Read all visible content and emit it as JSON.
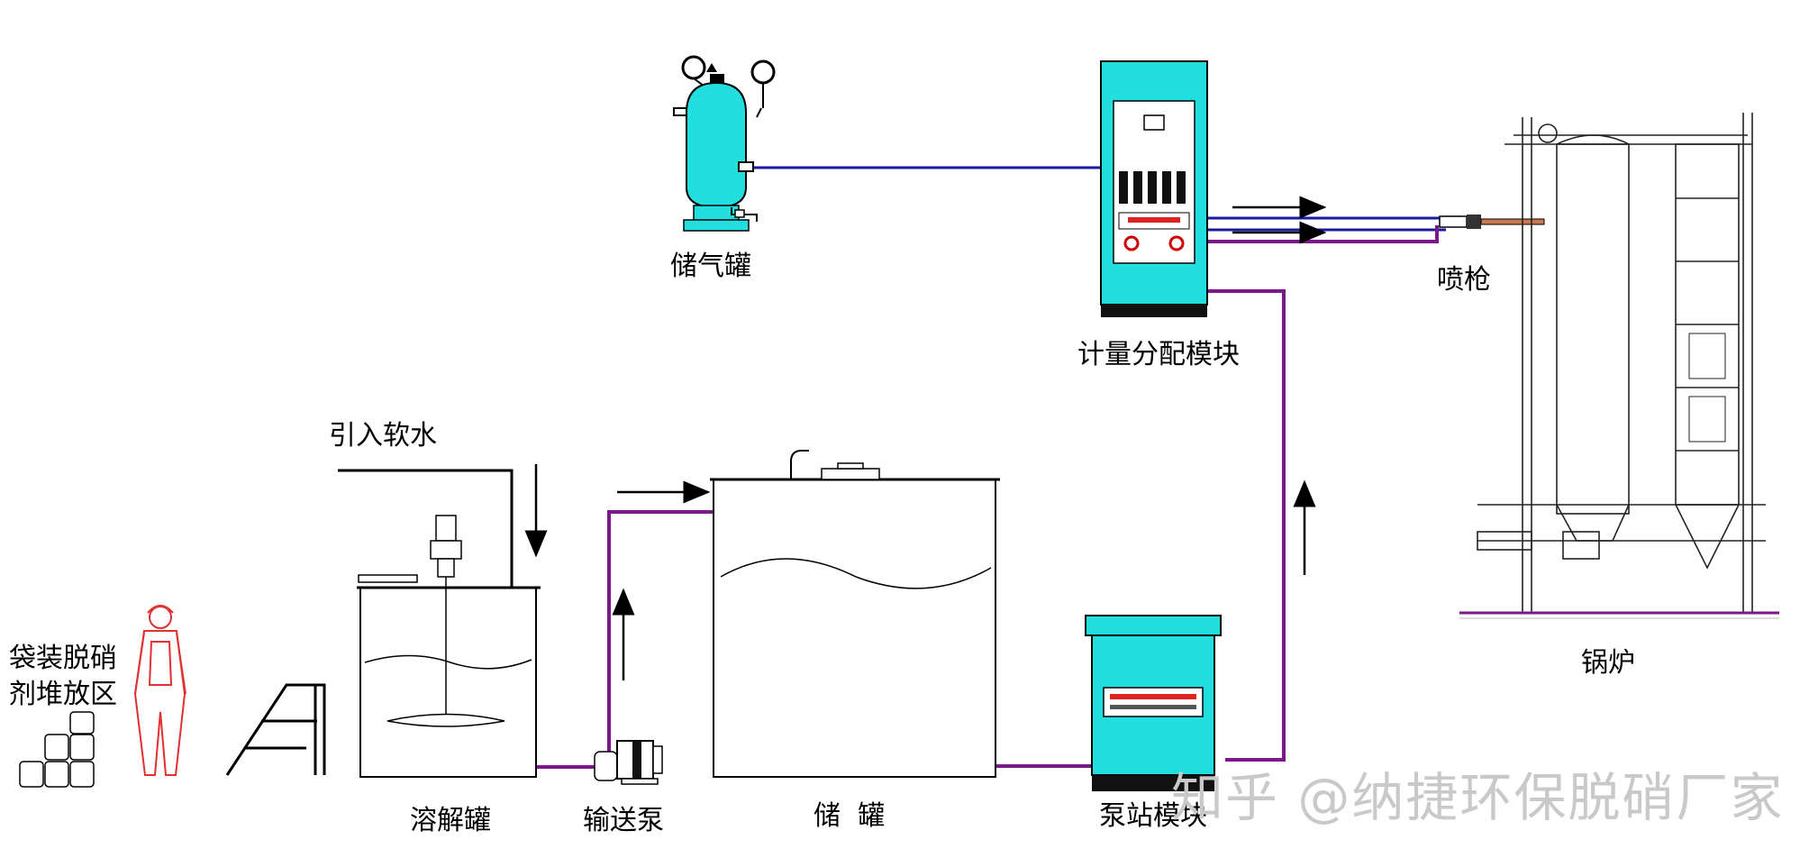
{
  "labels": {
    "gas_tank": "储气罐",
    "meter_module": "计量分配模块",
    "spray_gun": "喷枪",
    "boiler": "锅炉",
    "soft_water": "引入软水",
    "storage_area_line1": "袋装脱硝",
    "storage_area_line2": "剂堆放区",
    "dissolve_tank": "溶解罐",
    "transfer_pump": "输送泵",
    "storage_tank": "储  罐",
    "pump_station": "泵站模块"
  },
  "watermark": "知乎 @纳捷环保脱硝厂家",
  "colors": {
    "cyan": "#22dede",
    "purple": "#7a1a8a",
    "blue": "#1a1aa0",
    "worker": "#e03030",
    "line": "#222222"
  }
}
